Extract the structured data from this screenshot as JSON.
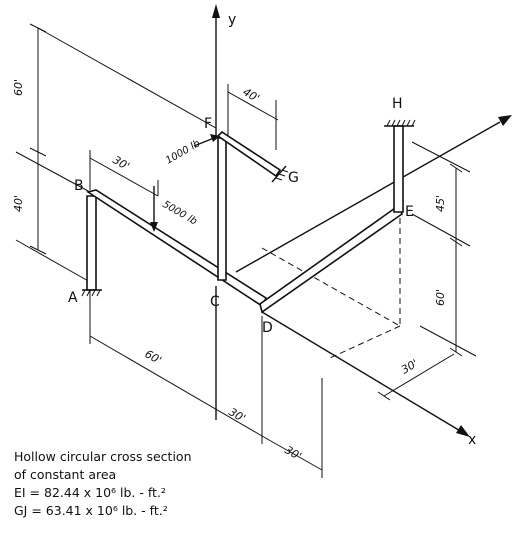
{
  "axes": {
    "x": "x",
    "y": "y"
  },
  "points": {
    "A": "A",
    "B": "B",
    "C": "C",
    "D": "D",
    "E": "E",
    "F": "F",
    "G": "G",
    "H": "H"
  },
  "dimensions": {
    "d60_upper": "60'",
    "d40_left": "40'",
    "d30_top": "30'",
    "d40_fg": "40'",
    "d45": "45'",
    "d60_right": "60'",
    "d30_right": "30'",
    "d60_bottom": "60'",
    "d30_cd": "30'",
    "d30_bottom": "30'"
  },
  "loads": {
    "load_f": "1000 lb",
    "load_b": "5000 lb"
  },
  "notes": {
    "line1": "Hollow circular cross section",
    "line2": "of constant area",
    "ei": "EI = 82.44 x 10⁶ lb. - ft.²",
    "gj": "GJ = 63.41 x 10⁶ lb. - ft.²"
  }
}
